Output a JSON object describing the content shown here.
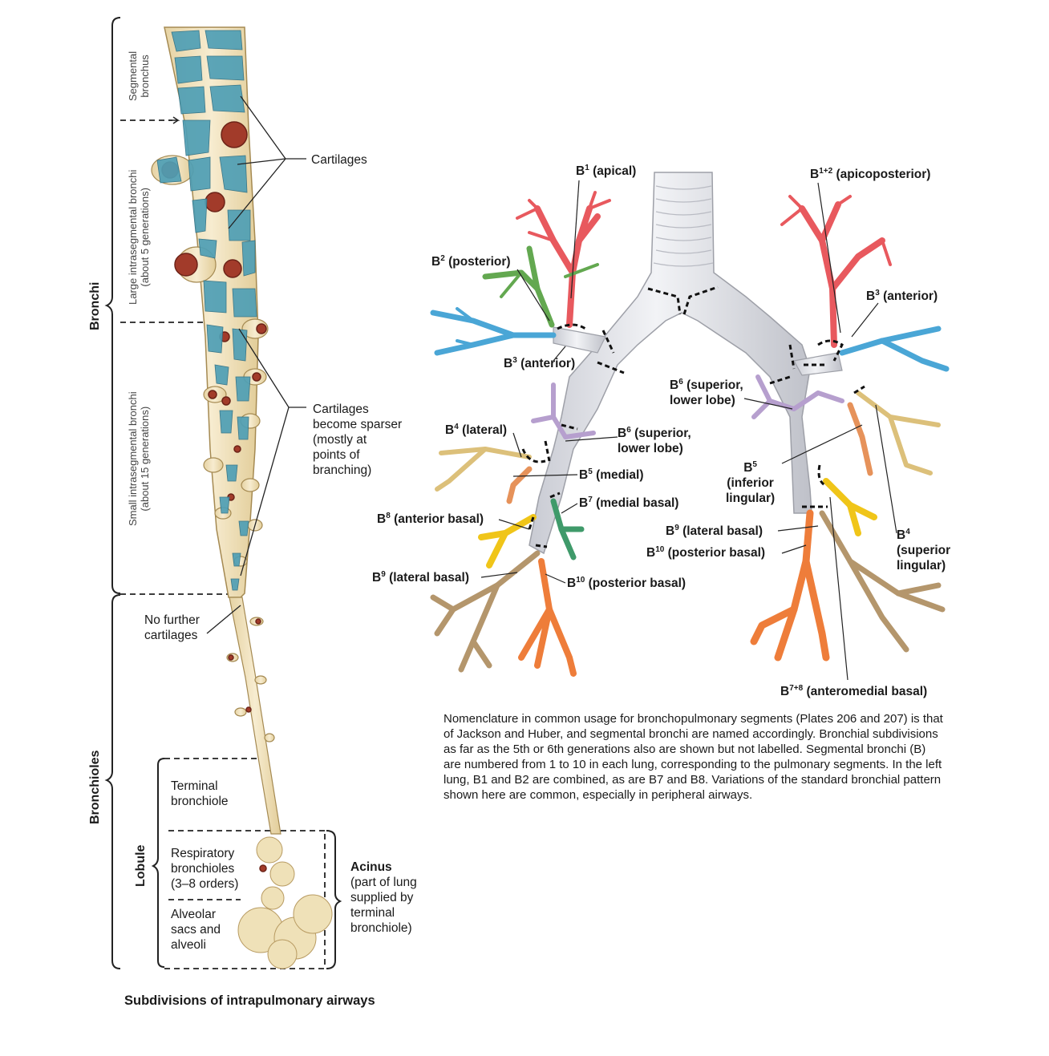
{
  "left_diagram": {
    "title": "Subdivisions of intrapulmonary airways",
    "brackets": {
      "bronchi": "Bronchi",
      "bronchioles": "Bronchioles",
      "lobule": "Lobule"
    },
    "side_labels": {
      "segmental": [
        "Segmental",
        "bronchus"
      ],
      "large": [
        "Large intrasegmental bronchi",
        "(about 5 generations)"
      ],
      "small": [
        "Small intrasegmental bronchi",
        "(about 15 generations)"
      ]
    },
    "callouts": {
      "cartilages": "Cartilages",
      "sparser": [
        "Cartilages",
        "become sparser",
        "(mostly at",
        "points of",
        "branching)"
      ],
      "no_further": [
        "No further",
        "cartilages"
      ],
      "terminal": [
        "Terminal",
        "bronchiole"
      ],
      "respiratory": [
        "Respiratory",
        "bronchioles",
        "(3–8 orders)"
      ],
      "alveolar": [
        "Alveolar",
        "sacs and",
        "alveoli"
      ],
      "acinus_title": "Acinus",
      "acinus_desc": [
        "(part of lung",
        "supplied by",
        "terminal",
        "bronchiole)"
      ]
    }
  },
  "right_diagram": {
    "labels": {
      "b1": {
        "b": "B",
        "sup": "1",
        "text": " (apical)"
      },
      "b12": {
        "b": "B",
        "sup": "1+2",
        "text": " (apicoposterior)"
      },
      "b2": {
        "b": "B",
        "sup": "2",
        "text": " (posterior)"
      },
      "b3_left": {
        "b": "B",
        "sup": "3",
        "text": " (anterior)"
      },
      "b3_right": {
        "b": "B",
        "sup": "3",
        "text": " (anterior)"
      },
      "b6_right_l1": {
        "b": "B",
        "sup": "6",
        "text": " (superior,"
      },
      "b6_right_l2": "lower lobe)",
      "b4_left": {
        "b": "B",
        "sup": "4",
        "text": " (lateral)"
      },
      "b6_left_l1": {
        "b": "B",
        "sup": "6",
        "text": " (superior,"
      },
      "b6_left_l2": "lower lobe)",
      "b5_left": {
        "b": "B",
        "sup": "5",
        "text": " (medial)"
      },
      "b5_right_l1": {
        "b": "B",
        "sup": "5",
        "text": ""
      },
      "b5_right_l2": "(inferior",
      "b5_right_l3": "lingular)",
      "b7": {
        "b": "B",
        "sup": "7",
        "text": " (medial basal)"
      },
      "b8": {
        "b": "B",
        "sup": "8",
        "text": " (anterior basal)"
      },
      "b9_left": {
        "b": "B",
        "sup": "9",
        "text": " (lateral basal)"
      },
      "b10_left": {
        "b": "B",
        "sup": "10",
        "text": " (posterior basal)"
      },
      "b9_right": {
        "b": "B",
        "sup": "9",
        "text": " (lateral basal)"
      },
      "b10_right": {
        "b": "B",
        "sup": "10",
        "text": " (posterior basal)"
      },
      "b4_right_l1": {
        "b": "B",
        "sup": "4",
        "text": ""
      },
      "b4_right_l2": "(superior",
      "b4_right_l3": "lingular)",
      "b78": {
        "b": "B",
        "sup": "7+8",
        "text": " (anteromedial basal)"
      }
    },
    "note": "Nomenclature in common usage for bronchopulmonary segments (Plates 206 and 207) is that of Jackson and Huber, and segmental bronchi are named accordingly. Bronchial subdivisions as far as the 5th or 6th generations also are shown but not labelled. Segmental bronchi (B) are numbered from 1 to 10 in each lung, corresponding to the pulmonary segments. In the left lung, B1 and B2 are combined, as are B7 and B8. Variations of the standard bronchial pattern shown here are common, especially in peripheral airways."
  },
  "colors": {
    "cartilage": "#4f9fb5",
    "airway": "#f1e2bd",
    "apical": "#e8595e",
    "posterior": "#63a850",
    "anterior": "#4aa6d6",
    "lateral": "#dcc07a",
    "superior": "#b69fce",
    "medial": "#e6925a",
    "medial_basal": "#3f9a6a",
    "anterior_basal": "#f0c519",
    "lateral_basal": "#b4966c",
    "posterior_basal": "#ee7d3a",
    "trachea": "#dcdde3"
  }
}
